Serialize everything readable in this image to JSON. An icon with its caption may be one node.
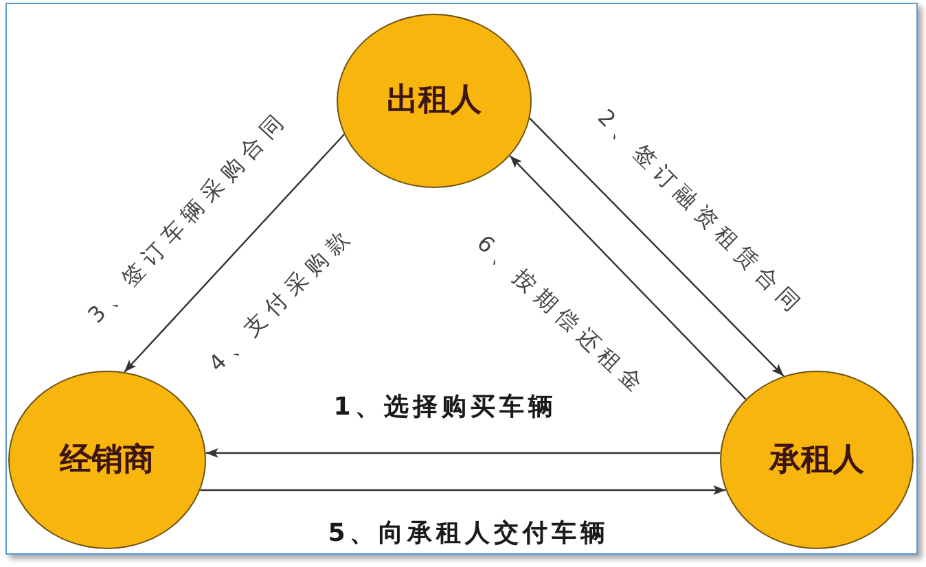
{
  "diagram": {
    "nodes": [
      {
        "text": [
          "出租人"
        ]
      },
      {
        "text": [
          "经销商"
        ]
      },
      {
        "text": [
          "承租人"
        ]
      }
    ],
    "edges": [
      {
        "from": 2,
        "to": 1,
        "arrow": "to",
        "label": "1、选择购买车辆"
      },
      {
        "from": 0,
        "to": 2,
        "arrow": "to",
        "label": "2、签订融资租赁合同"
      },
      {
        "from": 0,
        "to": 1,
        "arrow": "to",
        "label": "3、签订车辆采购合同"
      },
      {
        "from": 1,
        "to": 2,
        "arrow": "to",
        "label": "5、向承租人交付车辆"
      },
      {
        "from": 2,
        "to": 0,
        "arrow": "to",
        "label": "6、按期偿还租金"
      }
    ],
    "labels": [
      "4、支付采购款"
    ]
  }
}
